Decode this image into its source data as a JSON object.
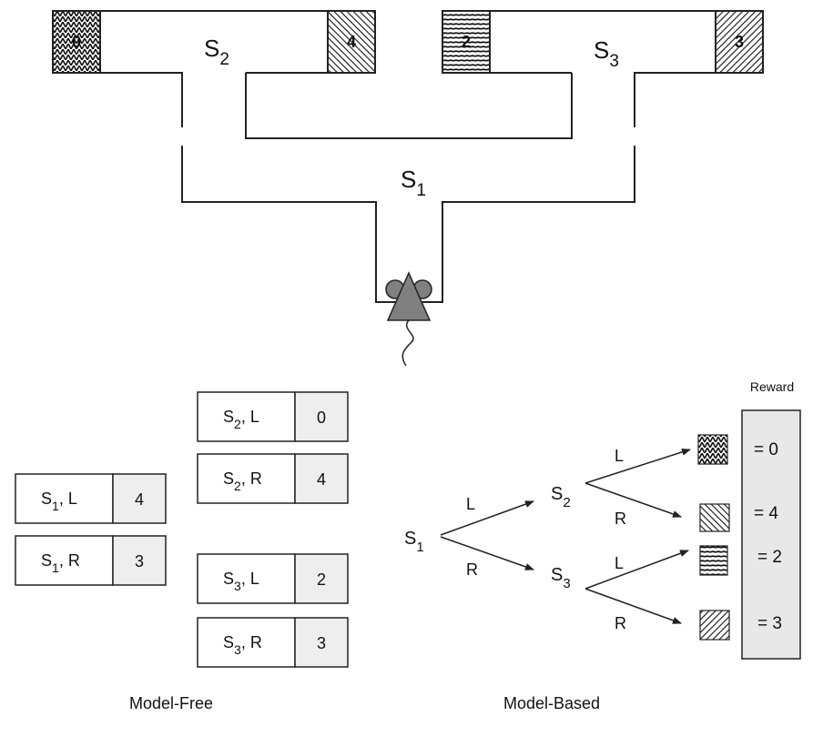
{
  "maze": {
    "state_s1": {
      "base": "S",
      "sub": "1"
    },
    "state_s2": {
      "base": "S",
      "sub": "2"
    },
    "state_s3": {
      "base": "S",
      "sub": "3"
    },
    "goal_left_of_s2": "0",
    "goal_right_of_s2": "4",
    "goal_left_of_s3": "2",
    "goal_right_of_s3": "3"
  },
  "model_free": {
    "caption": "Model-Free",
    "q_table": [
      {
        "state": "S",
        "sub": "1",
        "action": "L",
        "value": "4"
      },
      {
        "state": "S",
        "sub": "1",
        "action": "R",
        "value": "3"
      },
      {
        "state": "S",
        "sub": "2",
        "action": "L",
        "value": "0"
      },
      {
        "state": "S",
        "sub": "2",
        "action": "R",
        "value": "4"
      },
      {
        "state": "S",
        "sub": "3",
        "action": "L",
        "value": "2"
      },
      {
        "state": "S",
        "sub": "3",
        "action": "R",
        "value": "3"
      }
    ]
  },
  "model_based": {
    "caption": "Model-Based",
    "reward_header": "Reward",
    "root": {
      "base": "S",
      "sub": "1"
    },
    "mid_s2": {
      "base": "S",
      "sub": "2"
    },
    "mid_s3": {
      "base": "S",
      "sub": "3"
    },
    "action_left": "L",
    "action_right": "R",
    "rewards": [
      "= 0",
      "= 4",
      "= 2",
      "= 3"
    ]
  },
  "colors": {
    "table_value_fill": "#eeeeee",
    "reward_panel_fill": "#e8e8e8",
    "mouse_fill": "#808080",
    "line": "#222222"
  }
}
